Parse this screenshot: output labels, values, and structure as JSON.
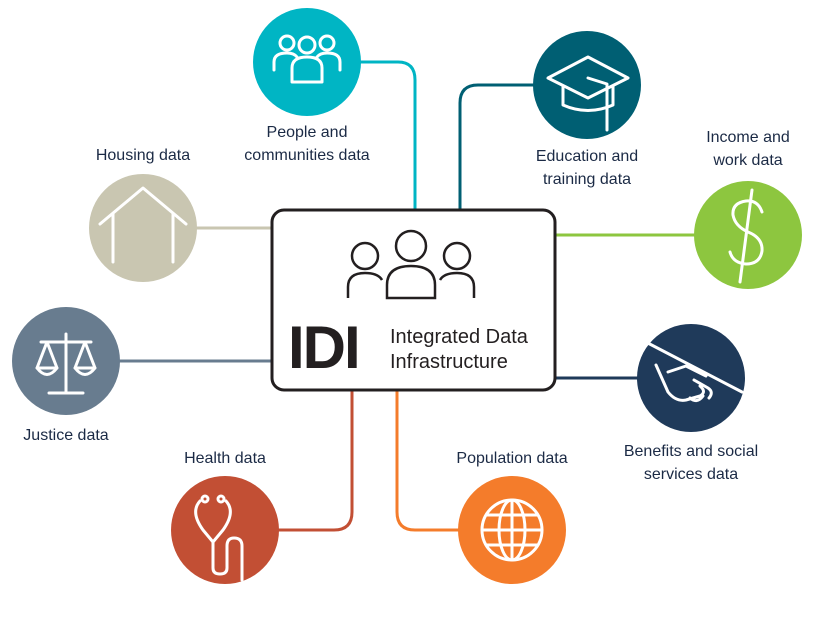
{
  "center": {
    "acronym": "IDI",
    "title_line1": "Integrated Data",
    "title_line2": "Infrastructure"
  },
  "nodes": {
    "people": {
      "line1": "People and",
      "line2": "communities data",
      "color": "#00b5c4",
      "icon": "people-icon"
    },
    "education": {
      "line1": "Education and",
      "line2": "training data",
      "color": "#005f73",
      "icon": "graduation-cap-icon"
    },
    "housing": {
      "line1": "Housing data",
      "color": "#c9c6b1",
      "icon": "house-icon"
    },
    "income": {
      "line1": "Income and",
      "line2": "work data",
      "color": "#8dc63f",
      "icon": "dollar-icon"
    },
    "justice": {
      "line1": "Justice data",
      "color": "#687c8f",
      "icon": "scales-icon"
    },
    "benefits": {
      "line1": "Benefits and social",
      "line2": "services data",
      "color": "#1f3a5a",
      "icon": "handshake-icon"
    },
    "health": {
      "line1": "Health data",
      "color": "#c24f34",
      "icon": "stethoscope-icon"
    },
    "population": {
      "line1": "Population data",
      "color": "#f47c2b",
      "icon": "globe-icon"
    }
  }
}
